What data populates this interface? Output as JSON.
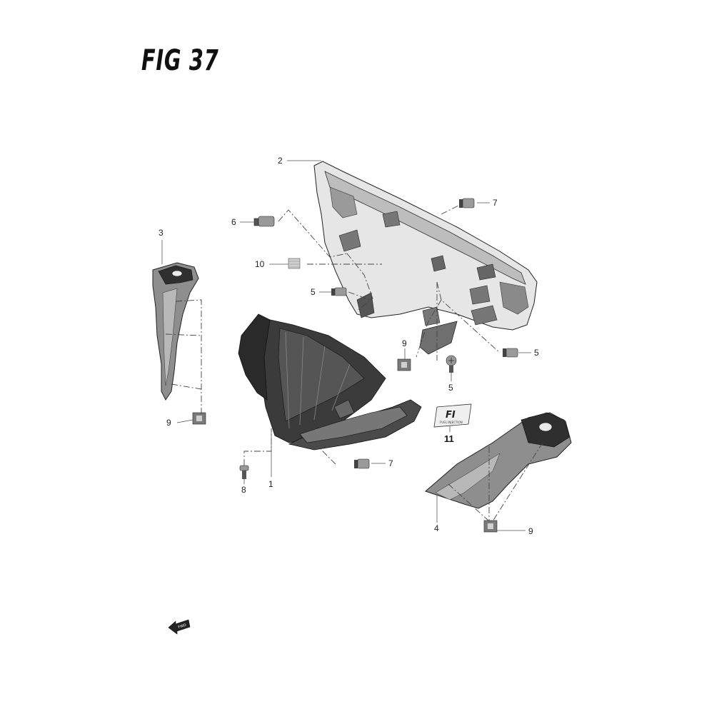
{
  "figure": {
    "title": "FIG 37"
  },
  "callouts": {
    "c1": "1",
    "c2": "2",
    "c3": "3",
    "c4": "4",
    "c5a": "5",
    "c5b": "5",
    "c5c": "5",
    "c6": "6",
    "c7a": "7",
    "c7b": "7",
    "c8": "8",
    "c9a": "9",
    "c9b": "9",
    "c9c": "9",
    "c10": "10",
    "c11": "11"
  },
  "decal": {
    "brand": "FI",
    "sub": "FUEL INJECTION"
  },
  "fwd_arrow": {
    "label": "FWD"
  }
}
